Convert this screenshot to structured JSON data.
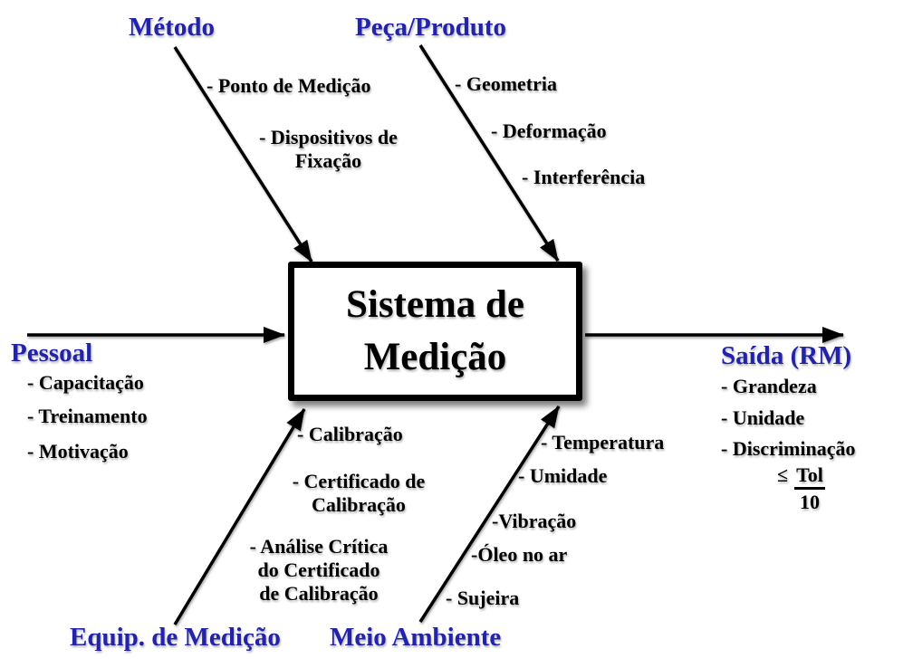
{
  "title": {
    "line1": "Sistema de",
    "line2": "Medição"
  },
  "colors": {
    "category_label": "#2222AA",
    "text": "#000000",
    "line": "#000000",
    "background": "#FFFFFF"
  },
  "branches": {
    "metodo": {
      "label": "Método",
      "items": [
        "- Ponto de Medição",
        "- Dispositivos de",
        "Fixação"
      ]
    },
    "peca": {
      "label": "Peça/Produto",
      "items": [
        "- Geometria",
        "- Deformação",
        "- Interferência"
      ]
    },
    "pessoal": {
      "label": "Pessoal",
      "items": [
        "- Capacitação",
        "- Treinamento",
        "- Motivação"
      ]
    },
    "equip": {
      "label": "Equip. de Medição",
      "items": [
        "- Calibração",
        "- Certificado de",
        "Calibração",
        "- Análise Crítica",
        "do Certificado",
        "de Calibração"
      ]
    },
    "meio": {
      "label": "Meio Ambiente",
      "items": [
        "- Temperatura",
        "- Umidade",
        "-Vibração",
        "-Óleo no ar",
        "- Sujeira"
      ]
    }
  },
  "output": {
    "label": "Saída (RM)",
    "items": [
      "- Grandeza",
      "- Unidade",
      "- Discriminação"
    ],
    "formula": {
      "operator": "≤",
      "numerator": "Tol",
      "denominator": "10"
    }
  }
}
